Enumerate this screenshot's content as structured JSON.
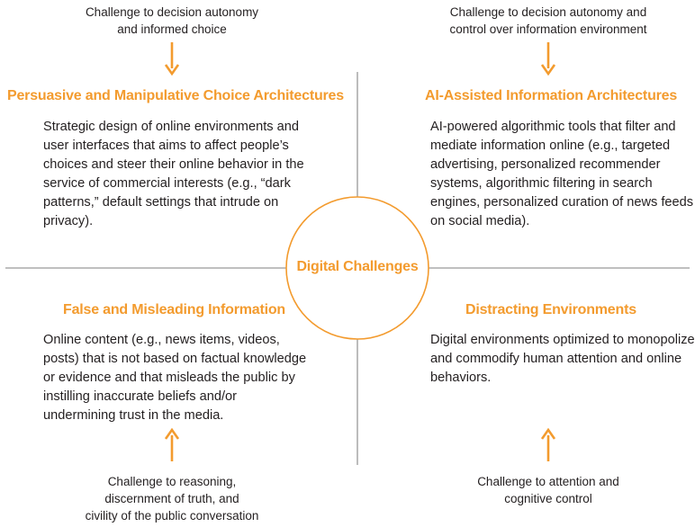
{
  "center_label": "Digital Challenges",
  "colors": {
    "accent": "#f39b2e",
    "line": "#999999",
    "text": "#231f20"
  },
  "quadrants": {
    "top_left": {
      "challenge": [
        "Challenge to decision autonomy",
        "and informed choice"
      ],
      "title": "Persuasive and Manipulative Choice Architectures",
      "body": [
        "Strategic design of online environments and",
        "user interfaces that aims to affect people’s",
        "choices and steer their online behavior in the",
        "service of commercial interests (e.g., “dark",
        "patterns,” default settings that intrude on",
        "privacy)."
      ]
    },
    "top_right": {
      "challenge": [
        "Challenge to decision autonomy and",
        "control over information environment"
      ],
      "title": "AI-Assisted Information Architectures",
      "body": [
        "AI-powered algorithmic tools that filter and",
        "mediate information online (e.g., targeted",
        "advertising, personalized recommender",
        "systems, algorithmic filtering in search",
        "engines, personalized curation of news feeds",
        "on social media)."
      ]
    },
    "bottom_left": {
      "challenge": [
        "Challenge to reasoning,",
        "discernment of truth, and",
        "civility of the public conversation"
      ],
      "title": "False and Misleading Information",
      "body": [
        "Online content (e.g., news items, videos,",
        "posts) that is not based on factual knowledge",
        "or evidence and that misleads the public by",
        "instilling inaccurate beliefs and/or",
        "undermining trust in the media."
      ]
    },
    "bottom_right": {
      "challenge": [
        "Challenge to attention and",
        "cognitive control"
      ],
      "title": "Distracting Environments",
      "body": [
        "Digital environments optimized to monopolize",
        "and commodify human attention and online",
        "behaviors."
      ]
    }
  }
}
